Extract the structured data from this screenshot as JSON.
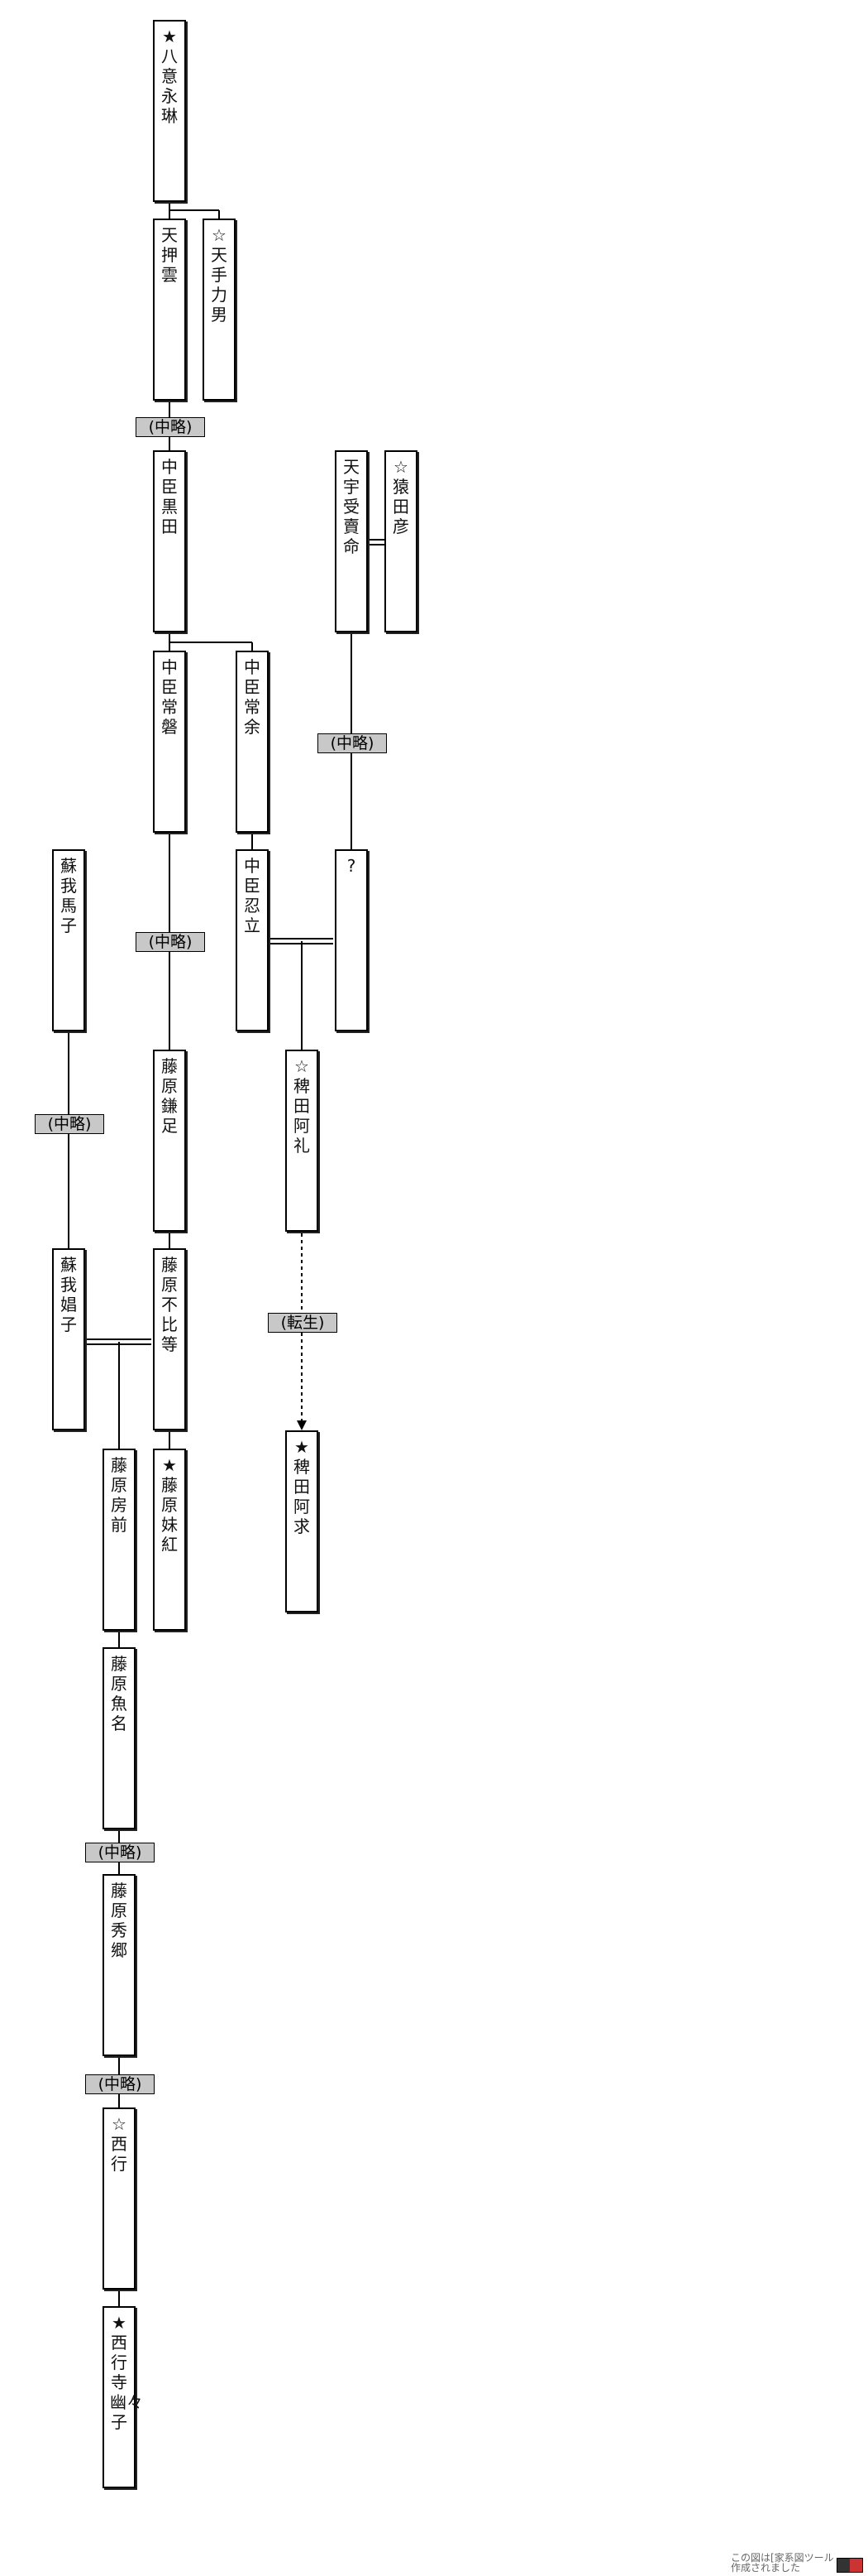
{
  "nodes": {
    "yaiyoeirin": "★八意永琳",
    "amenooshikumo": "天押雲",
    "amenotajikarao": "☆天手力男",
    "nakatomi_kuroda": "中臣黒田",
    "amenouzume": "天宇受賣命",
    "sarutahiko": "☆猿田彦",
    "nakatomi_tsunewa": "中臣常磐",
    "nakatomi_tsuneyo": "中臣常余",
    "unknown": "?",
    "soga_umako": "蘇我馬子",
    "nakatomi_oshitate": "中臣忍立",
    "fujiwara_kamatari": "藤原鎌足",
    "hieda_are": "☆稗田阿礼",
    "soga_shoshi": "蘇我娼子",
    "fujiwara_fuhito": "藤原不比等",
    "fujiwara_fusasaki": "藤原房前",
    "fujiwara_mokou": "★藤原妹紅",
    "hieda_akyu": "★稗田阿求",
    "fujiwara_uona": "藤原魚名",
    "fujiwara_hidesato": "藤原秀郷",
    "saigyo": "☆西行",
    "saigyouji_yuyuko": "★西行寺幽々子"
  },
  "labels": {
    "omitted": "(中略)",
    "reincarnation": "(転生)"
  },
  "footer": {
    "line1": "この図は[家系図ツール]で",
    "line2": "作成されました"
  }
}
